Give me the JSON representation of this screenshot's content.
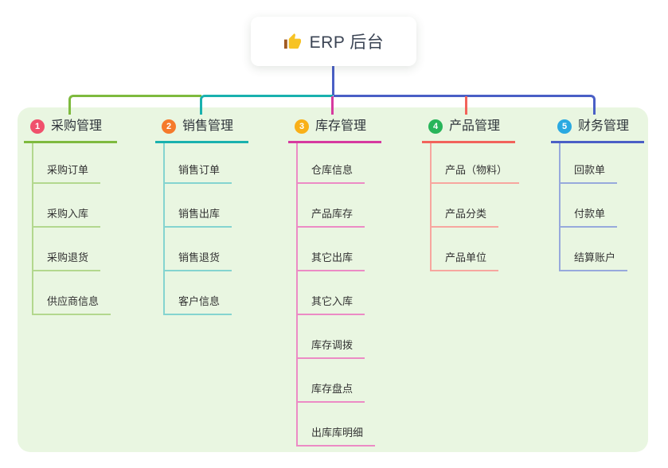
{
  "root_node": {
    "label": "ERP 后台",
    "icon": "thumbs-up-icon"
  },
  "canvas": {
    "background": "#ffffff",
    "panel_bg": "#e9f6e1"
  },
  "branches": [
    {
      "id": "purchase",
      "badge": "1",
      "title": "采购管理",
      "badge_color": "#f0516c",
      "line_color": "#7eba3e",
      "light_line_color": "#b3d88e",
      "items": [
        "采购订单",
        "采购入库",
        "采购退货",
        "供应商信息"
      ]
    },
    {
      "id": "sales",
      "badge": "2",
      "title": "销售管理",
      "badge_color": "#f57a2b",
      "line_color": "#19b1ae",
      "light_line_color": "#84d4d0",
      "items": [
        "销售订单",
        "销售出库",
        "销售退货",
        "客户信息"
      ]
    },
    {
      "id": "inventory",
      "badge": "3",
      "title": "库存管理",
      "badge_color": "#f9b018",
      "line_color": "#d63a9f",
      "light_line_color": "#ec8bc5",
      "items": [
        "仓库信息",
        "产品库存",
        "其它出库",
        "其它入库",
        "库存调拨",
        "库存盘点",
        "出库库明细"
      ]
    },
    {
      "id": "product",
      "badge": "4",
      "title": "产品管理",
      "badge_color": "#28b55a",
      "line_color": "#f2635b",
      "light_line_color": "#f7a69f",
      "items": [
        "产品（物料）",
        "产品分类",
        "产品单位"
      ]
    },
    {
      "id": "finance",
      "badge": "5",
      "title": "财务管理",
      "badge_color": "#2aa9e1",
      "line_color": "#4a5fc6",
      "light_line_color": "#97a9dc",
      "items": [
        "回款单",
        "付款单",
        "结算账户"
      ]
    }
  ]
}
